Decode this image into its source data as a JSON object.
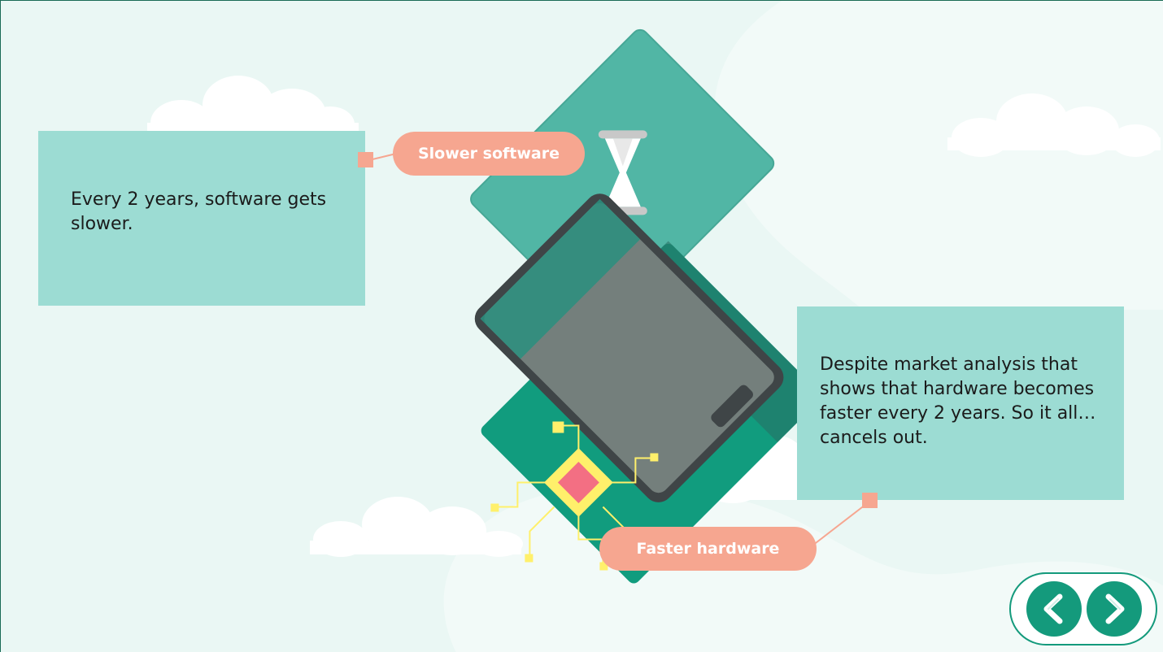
{
  "slide": {
    "left_box": {
      "text": "Every 2 years, software gets slower."
    },
    "right_box": {
      "text": "Despite market analysis that shows that hardware becomes faster every 2 years. So it all… cancels out."
    },
    "labels": {
      "slower_software": "Slower software",
      "faster_hardware": "Faster hardware"
    },
    "illustration": {
      "name": "phone-with-hourglass-and-circuit-board",
      "icons": [
        "hourglass-icon",
        "circuit-chip-icon"
      ]
    }
  },
  "navigation": {
    "prev_icon": "chevron-left-icon",
    "next_icon": "chevron-right-icon"
  },
  "colors": {
    "background": "#eaf7f4",
    "text_box": "#9cdcd3",
    "label_pill": "#f6a690",
    "accent": "#149a7c",
    "card_teal": "#51b6a5",
    "board_green": "#119c7e",
    "chip_pink": "#f36f83",
    "chip_yellow": "#fff06b"
  }
}
